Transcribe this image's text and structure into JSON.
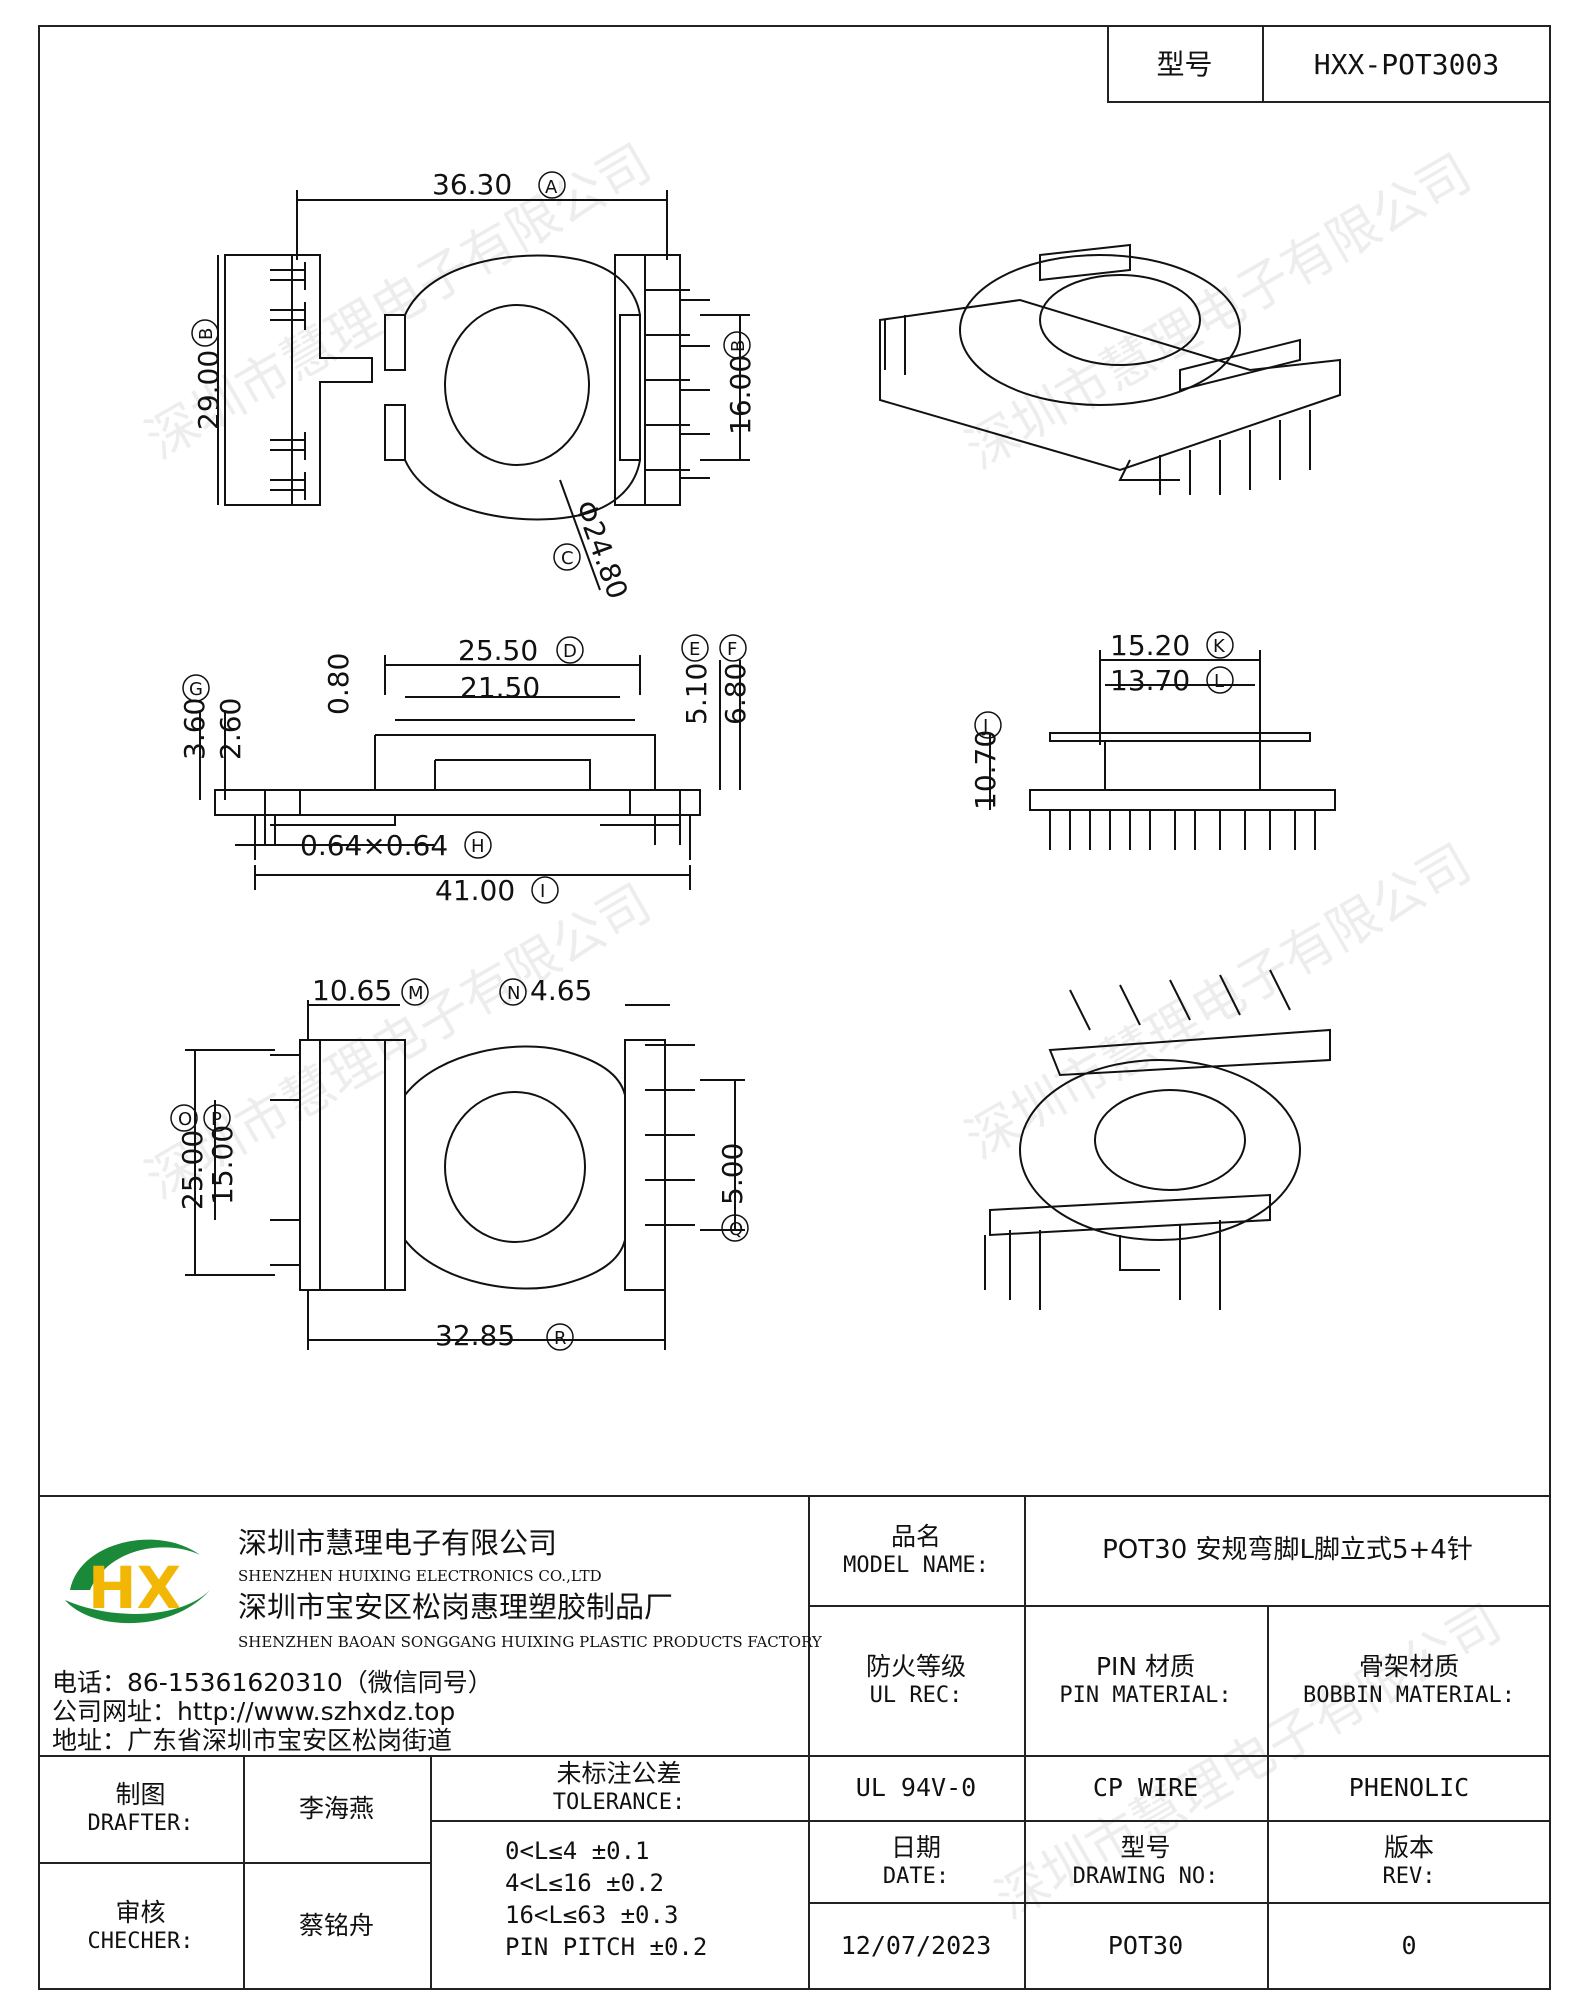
{
  "header": {
    "model_label": "型号",
    "model_value": "HXX-POT3003"
  },
  "watermark": "深圳市慧理电子有限公司",
  "top_view": {
    "dim_a": "36.30",
    "circ_a": "A",
    "dim_b_left": "29.00",
    "circ_b": "B",
    "dim_b_right": "16.00",
    "dim_c": "Φ24.80",
    "circ_c": "C"
  },
  "side_view": {
    "dim_d": "25.50",
    "circ_d": "D",
    "dim_inner": "21.50",
    "dim_e": "5.10",
    "circ_e": "E",
    "dim_f": "6.80",
    "circ_f": "F",
    "dim_g1": "3.60",
    "circ_g": "G",
    "dim_g2": "2.60",
    "dim_top": "0.80",
    "dim_h": "0.64×0.64",
    "circ_h": "H",
    "dim_i": "41.00",
    "circ_i": "I"
  },
  "end_view": {
    "dim_k": "15.20",
    "circ_k": "K",
    "dim_l": "13.70",
    "circ_l": "L",
    "dim_j": "10.70",
    "circ_j": "J"
  },
  "bottom_view": {
    "dim_m": "10.65",
    "circ_m": "M",
    "dim_n": "4.65",
    "circ_n": "N",
    "dim_o": "25.00",
    "circ_o": "O",
    "dim_p": "15.00",
    "circ_p": "P",
    "dim_q": "5.00",
    "circ_q": "Q",
    "dim_r": "32.85",
    "circ_r": "R"
  },
  "company": {
    "logo_text": "HX",
    "name_cn": "深圳市慧理电子有限公司",
    "name_en": "SHENZHEN HUIXING ELECTRONICS CO.,LTD",
    "factory_cn": "深圳市宝安区松岗惠理塑胶制品厂",
    "factory_en": "SHENZHEN BAOAN SONGGANG HUIXING PLASTIC PRODUCTS FACTORY",
    "phone": "电话：86-15361620310（微信同号）",
    "website": "公司网址：http://www.szhxdz.top",
    "address": "地址：广东省深圳市宝安区松岗街道"
  },
  "title_block": {
    "model_name_cn": "品名",
    "model_name_en": "MODEL NAME:",
    "model_name_value": "POT30 安规弯脚L脚立式5+4针",
    "ul_cn": "防火等级",
    "ul_en": "UL REC:",
    "pin_cn": "PIN 材质",
    "pin_en": "PIN MATERIAL:",
    "bobbin_cn": "骨架材质",
    "bobbin_en": "BOBBIN MATERIAL:",
    "ul_value": "UL 94V-0",
    "pin_value": "CP WIRE",
    "bobbin_value": "PHENOLIC",
    "drafter_cn": "制图",
    "drafter_en": "DRAFTER:",
    "drafter_value": "李海燕",
    "checker_cn": "审核",
    "checker_en": "CHECHER:",
    "checker_value": "蔡铭舟",
    "tol_cn": "未标注公差",
    "tol_en": "TOLERANCE:",
    "tol_lines": [
      "0<L≤4  ±0.1",
      "4<L≤16  ±0.2",
      "16<L≤63  ±0.3",
      "PIN PITCH  ±0.2"
    ],
    "date_cn": "日期",
    "date_en": "DATE:",
    "date_value": "12/07/2023",
    "drawing_cn": "型号",
    "drawing_en": "DRAWING NO:",
    "drawing_value": "POT30",
    "rev_cn": "版本",
    "rev_en": "REV:",
    "rev_value": "0"
  }
}
